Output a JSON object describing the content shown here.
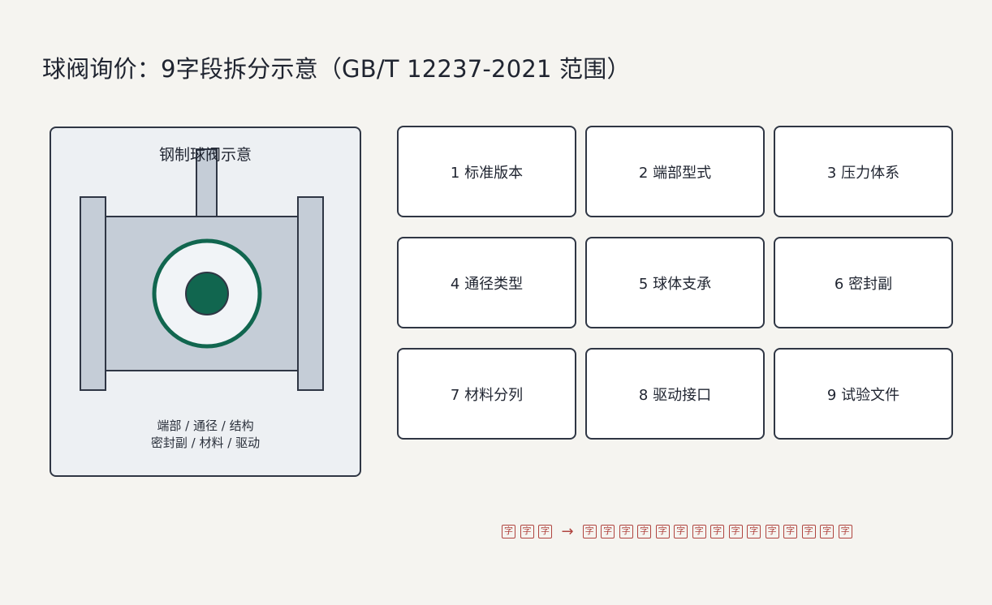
{
  "page": {
    "title": "球阀询价：9字段拆分示意（GB/T 12237-2021 范围）"
  },
  "valve_panel": {
    "title": "钢制球阀示意",
    "caption_line1": "端部 / 通径 / 结构",
    "caption_line2": "密封副 / 材料 / 驱动"
  },
  "fields": [
    {
      "label": "1 标准版本"
    },
    {
      "label": "2 端部型式"
    },
    {
      "label": "3 压力体系"
    },
    {
      "label": "4 通径类型"
    },
    {
      "label": "5 球体支承"
    },
    {
      "label": "6 密封副"
    },
    {
      "label": "7 材料分列"
    },
    {
      "label": "8 驱动接口"
    },
    {
      "label": "9 试验文件"
    }
  ],
  "code_strip": {
    "glyph": "字",
    "arrow": "→",
    "left_count": 3,
    "right_count": 15
  },
  "colors": {
    "accent_green": "#11664f",
    "seal_red": "#b0443f",
    "frame": "#2f3644",
    "body_gray": "#c5cdd7"
  }
}
